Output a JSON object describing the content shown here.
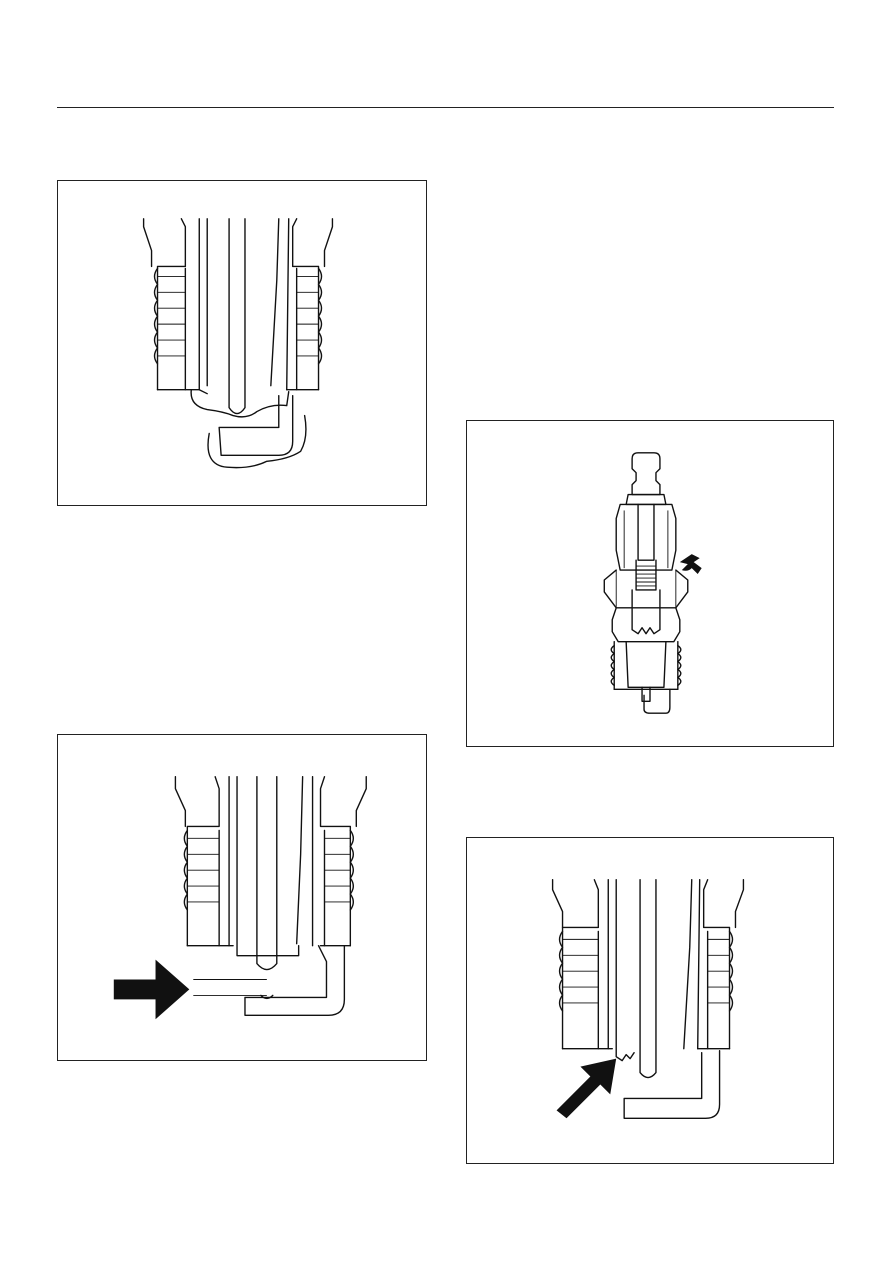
{
  "page": {
    "header_rule": true,
    "figures": [
      {
        "id": "fig1",
        "subject": "spark-plug-electrode-deposits"
      },
      {
        "id": "fig2",
        "subject": "spark-plug-electrode-gap"
      },
      {
        "id": "fig3",
        "subject": "spark-plug-cross-section"
      },
      {
        "id": "fig4",
        "subject": "spark-plug-insulator-damage"
      }
    ]
  }
}
